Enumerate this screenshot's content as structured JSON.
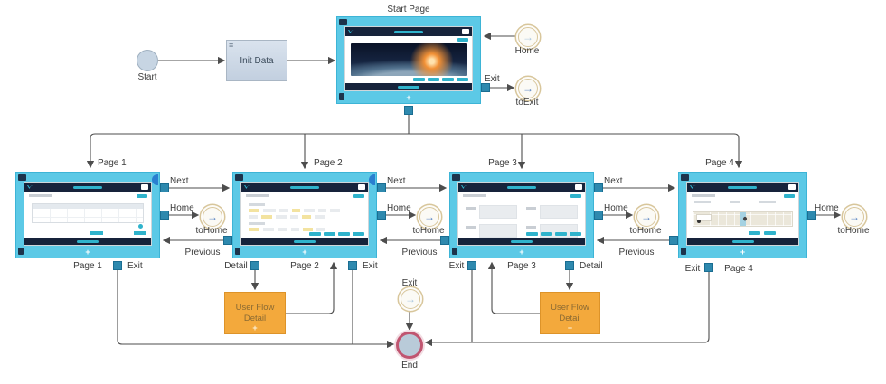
{
  "nodes": {
    "start": {
      "label": "Start"
    },
    "init_data": {
      "label": "Init Data"
    },
    "start_page": {
      "title": "Start Page"
    },
    "end": {
      "label": "End"
    },
    "user_flow_detail": {
      "line1": "User Flow",
      "line2": "Detail"
    }
  },
  "pages": [
    {
      "label": "Page 1"
    },
    {
      "label": "Page 2"
    },
    {
      "label": "Page 3"
    },
    {
      "label": "Page 4"
    }
  ],
  "labels": {
    "next": "Next",
    "home": "Home",
    "to_home": "toHome",
    "previous": "Previous",
    "detail": "Detail",
    "exit": "Exit",
    "to_exit": "toExit"
  },
  "glyphs": {
    "plus": "+",
    "arrow": "→",
    "menu": "≡"
  },
  "colors": {
    "frame_cyan": "#5cc9e6",
    "frame_border": "#3db4d6",
    "connector": "#2e89ae",
    "connector_border": "#1a6d91",
    "navy": "#16233b",
    "accent": "#2fb3cc",
    "orange": "#f3a93c",
    "orange_border": "#dd9329",
    "orange_text": "#8a6a33",
    "end_ring": "#c05570",
    "end_fill": "#b9cbd9",
    "node_fill": "#c7d5e3",
    "node_border": "#9fb0c0",
    "ring_tan": "#d8c69b",
    "arrow_blue": "#5a85c2",
    "arrow_light": "#a9c6de",
    "edge": "#4d4d4d",
    "label": "#3a3a3a",
    "yellow": "#f3e3a0"
  }
}
